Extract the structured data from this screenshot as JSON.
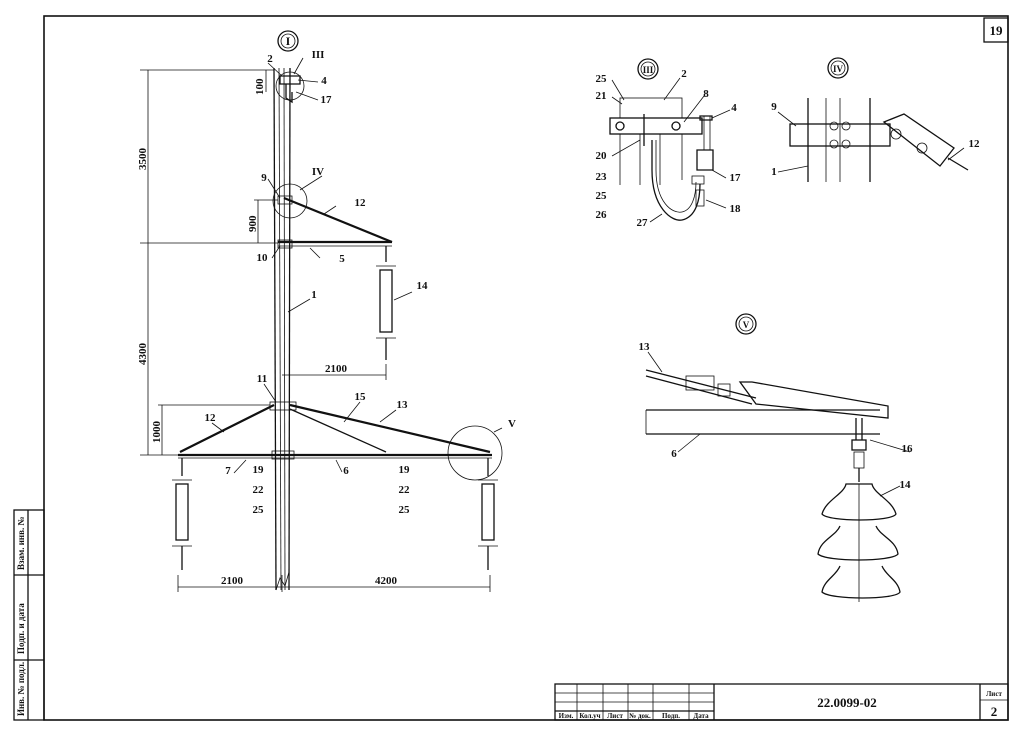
{
  "sheet": {
    "top_number": "19",
    "doc_code": "22.0099-02",
    "sheet_label": "Лист",
    "sheet_number": "2",
    "title_cols": [
      "Изм.",
      "Кол.уч",
      "Лист",
      "№ док.",
      "Подп.",
      "Дата"
    ],
    "side_stamps": [
      "Взам. инв. №",
      "Подп. и дата",
      "Инв. № подл."
    ]
  },
  "main_view": {
    "callouts": [
      "I",
      "III",
      "IV",
      "V"
    ],
    "dims": {
      "d100": "100",
      "d3500": "3500",
      "d900": "900",
      "d4300": "4300",
      "d1000": "1000",
      "d2100_upper": "2100",
      "d2100_bottom": "2100",
      "d4200": "4200"
    },
    "labels": {
      "l2": "2",
      "l4": "4",
      "l17": "17",
      "l9": "9",
      "l12a": "12",
      "l10": "10",
      "l5": "5",
      "l14": "14",
      "l1": "1",
      "l11": "11",
      "l12b": "12",
      "l15": "15",
      "l13": "13",
      "l7": "7",
      "l6": "6",
      "l19a": "19",
      "l22a": "22",
      "l25a": "25",
      "l19b": "19",
      "l22b": "22",
      "l25b": "25"
    }
  },
  "detail_III": {
    "title": "III",
    "labels": {
      "l25a": "25",
      "l21": "21",
      "l2": "2",
      "l8": "8",
      "l4": "4",
      "l20": "20",
      "l23": "23",
      "l25b": "25",
      "l26": "26",
      "l27": "27",
      "l17": "17",
      "l18": "18"
    }
  },
  "detail_IV": {
    "title": "IV",
    "labels": {
      "l9": "9",
      "l12": "12",
      "l1": "1"
    }
  },
  "detail_V": {
    "title": "V",
    "labels": {
      "l13": "13",
      "l6": "6",
      "l16": "16",
      "l14": "14"
    }
  }
}
